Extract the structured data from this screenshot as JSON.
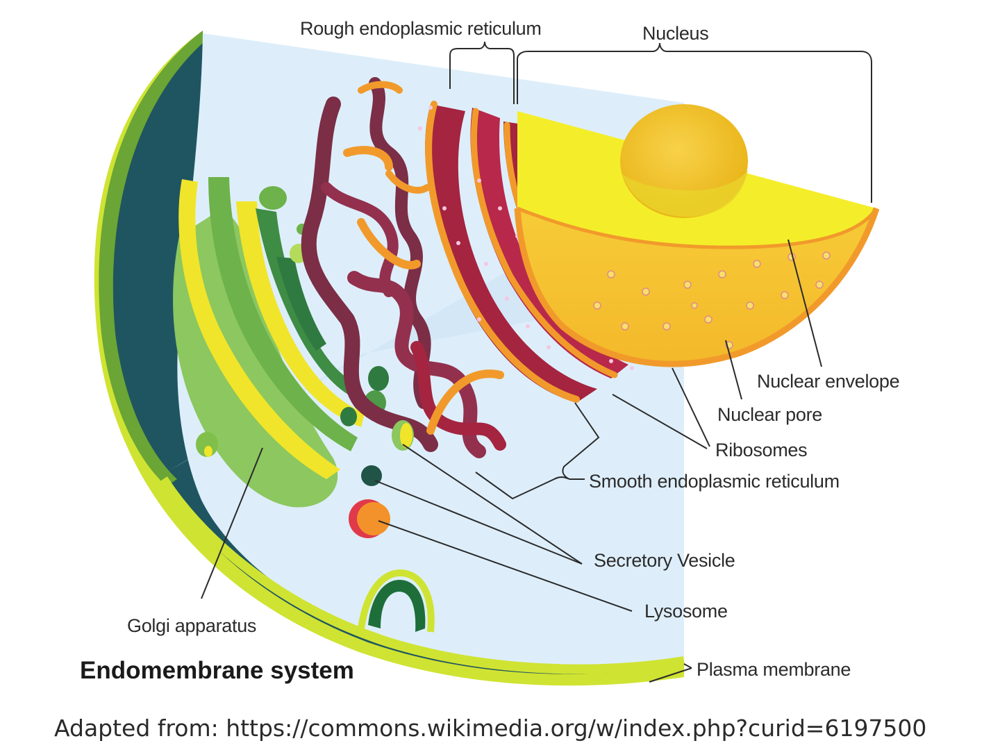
{
  "title": "Endomembrane system",
  "credit": "Adapted from: https://commons.wikimedia.org/w/index.php?curid=6197500",
  "labels": {
    "rough_er": "Rough endoplasmic reticulum",
    "nucleus": "Nucleus",
    "nuclear_envelope": "Nuclear envelope",
    "nuclear_pore": "Nuclear pore",
    "ribosomes": "Ribosomes",
    "smooth_er": "Smooth endoplasmic reticulum",
    "secretory_vesicle": "Secretory Vesicle",
    "lysosome": "Lysosome",
    "golgi": "Golgi apparatus",
    "plasma_membrane": "Plasma membrane"
  },
  "colors": {
    "cytoplasm": "#ddeefa",
    "cell_wall_dark": "#1f5560",
    "membrane_green": "#8fc43a",
    "membrane_lime": "#cfe332",
    "nucleus_yellow": "#f4ee2a",
    "nucleus_orange": "#f5c02c",
    "nucleolus": "#f1c21f",
    "er_rough": "#a5243f",
    "er_smooth": "#7b2e46",
    "er_orange": "#f19a2b",
    "golgi_green": "#4f9a48",
    "golgi_light": "#8cc760",
    "golgi_yellow": "#f0e52a",
    "lysosome_orange": "#f3922a",
    "lysosome_red": "#e03a4a",
    "vesicle_dark": "#1f5446"
  }
}
